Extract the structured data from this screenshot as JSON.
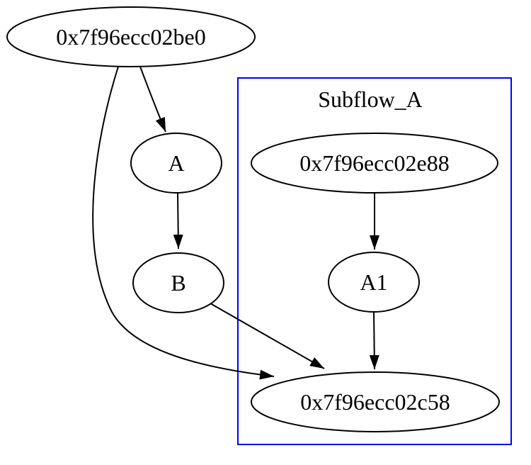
{
  "diagram": {
    "type": "directed-graph",
    "background_color": "#ffffff",
    "node_border_color": "#000000",
    "node_fill_color": "#ffffff",
    "edge_color": "#000000",
    "cluster": {
      "label": "Subflow_A",
      "border_color": "#0000ff"
    },
    "nodes": {
      "be0": {
        "label": "0x7f96ecc02be0",
        "shape": "ellipse"
      },
      "a": {
        "label": "A",
        "shape": "ellipse"
      },
      "b": {
        "label": "B",
        "shape": "ellipse"
      },
      "e88": {
        "label": "0x7f96ecc02e88",
        "shape": "ellipse",
        "cluster": "Subflow_A"
      },
      "a1": {
        "label": "A1",
        "shape": "ellipse",
        "cluster": "Subflow_A"
      },
      "c58": {
        "label": "0x7f96ecc02c58",
        "shape": "ellipse",
        "cluster": "Subflow_A"
      }
    },
    "edges": [
      {
        "from": "0x7f96ecc02be0",
        "to": "A"
      },
      {
        "from": "0x7f96ecc02be0",
        "to": "0x7f96ecc02c58"
      },
      {
        "from": "A",
        "to": "B"
      },
      {
        "from": "B",
        "to": "0x7f96ecc02c58"
      },
      {
        "from": "0x7f96ecc02e88",
        "to": "A1"
      },
      {
        "from": "A1",
        "to": "0x7f96ecc02c58"
      }
    ]
  }
}
